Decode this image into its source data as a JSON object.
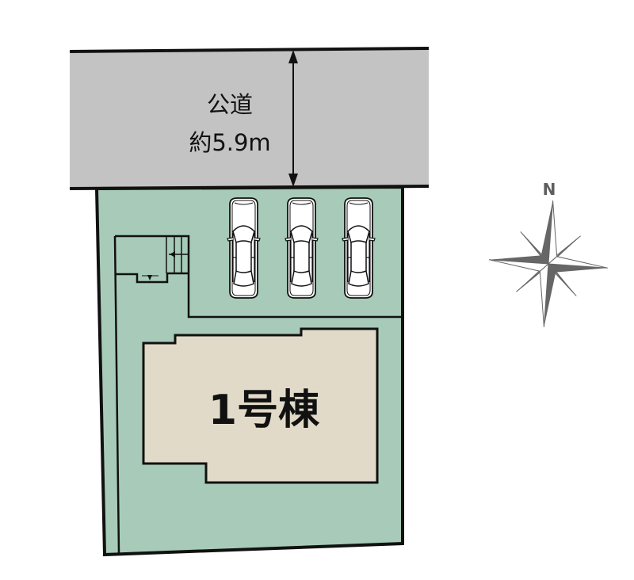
{
  "road": {
    "label": "公道",
    "width_label": "約5.9m",
    "color": "#c3c3c3"
  },
  "lot": {
    "color": "#a7cbb8"
  },
  "building": {
    "label": "1号棟",
    "color": "#e2dac8"
  },
  "parking": {
    "car_count": 3
  },
  "compass": {
    "north_label": "N",
    "color": "#666666"
  }
}
